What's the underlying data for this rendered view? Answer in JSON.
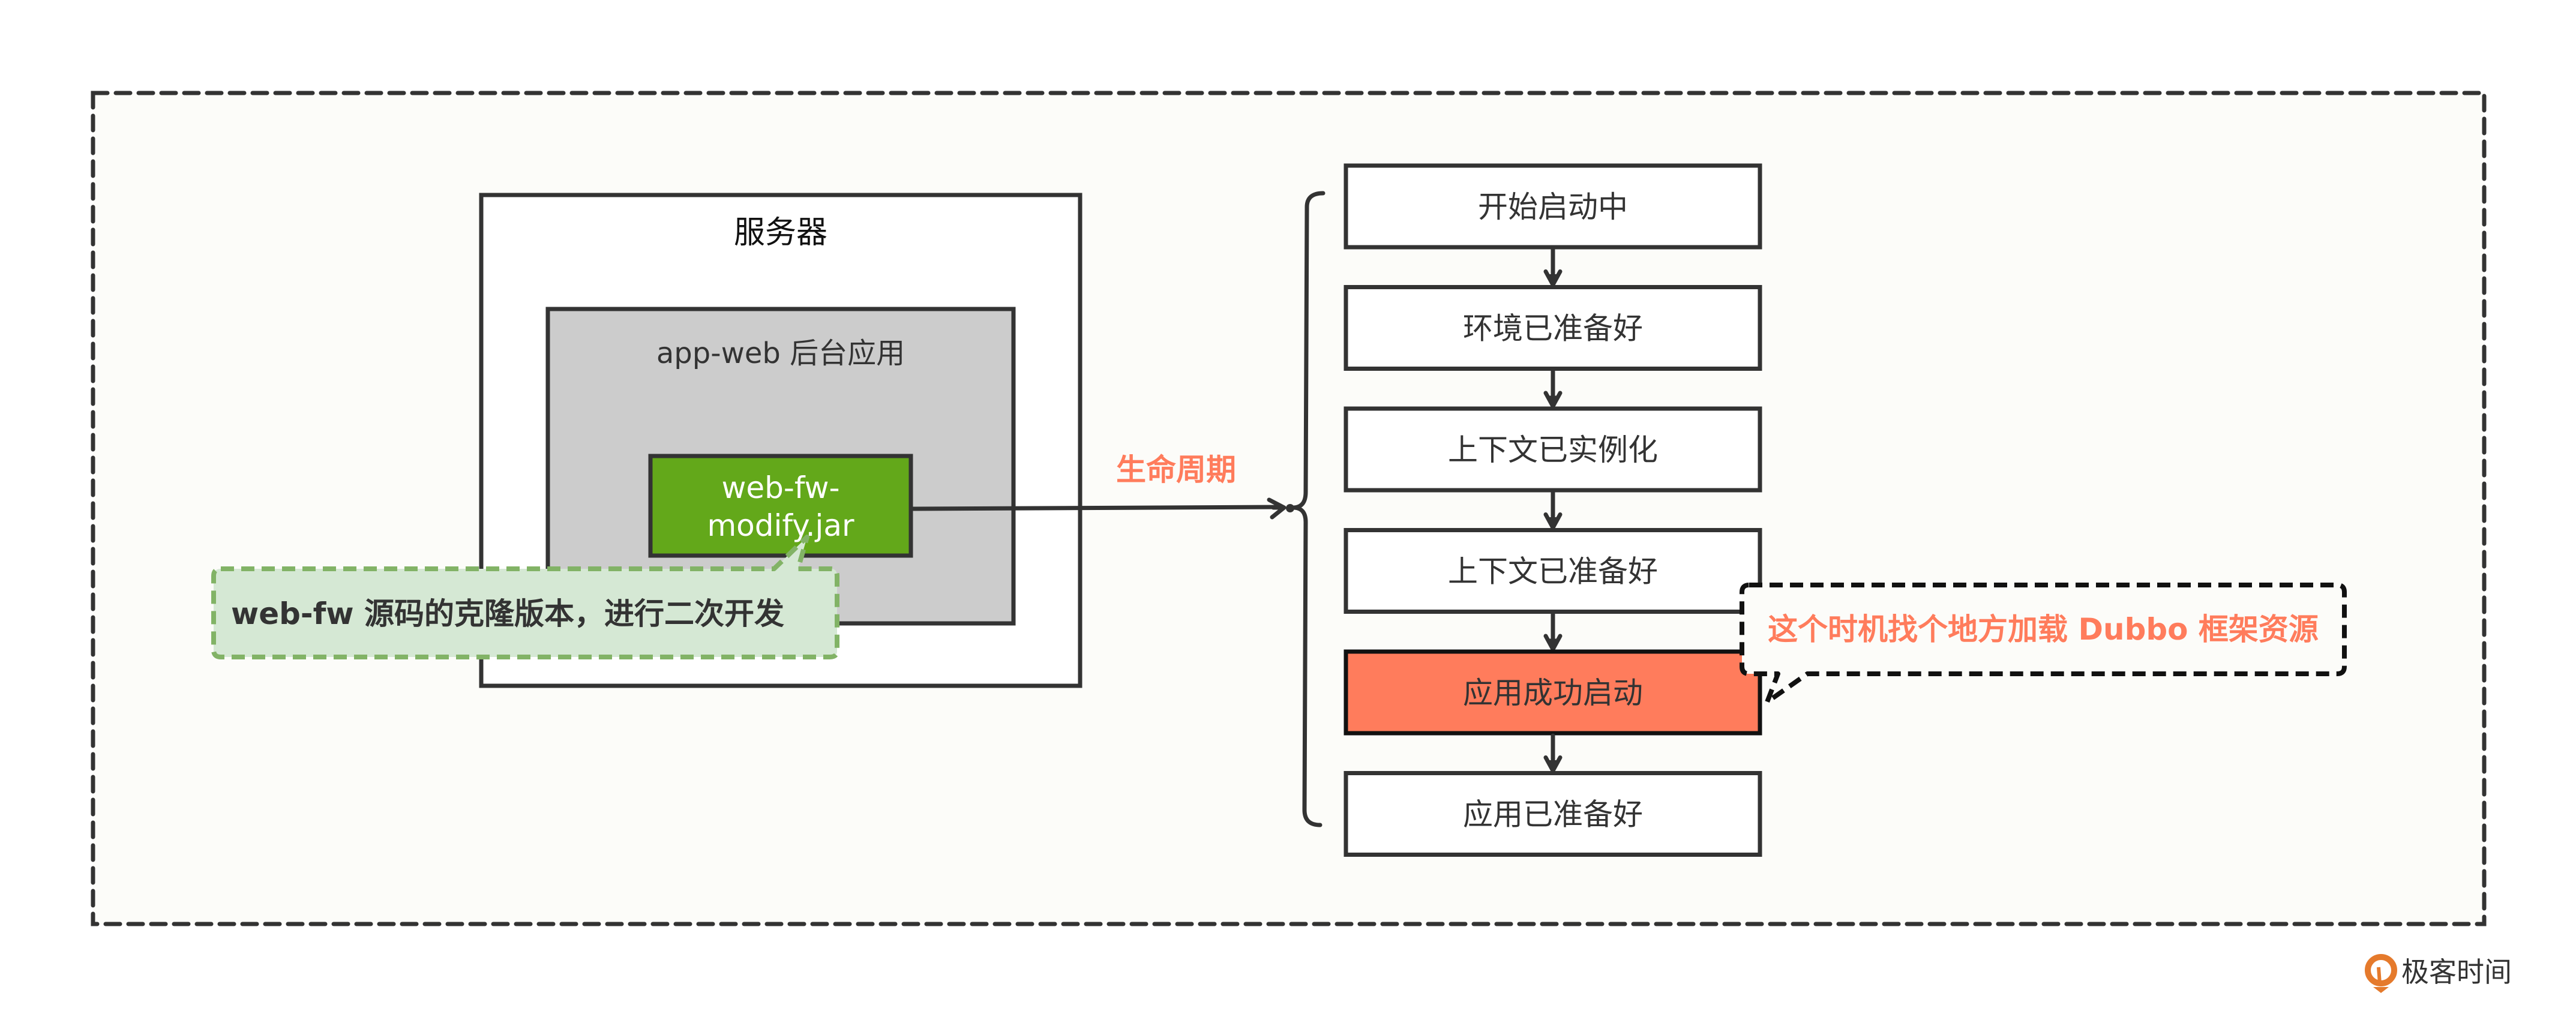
{
  "diagram": {
    "server": {
      "label": "服务器",
      "app": {
        "label": "app-web 后台应用",
        "jar": {
          "line1": "web-fw-",
          "line2": "modify.jar"
        }
      }
    },
    "jar_note": "web-fw 源码的克隆版本，进行二次开发",
    "lifecycle_label": "生命周期",
    "lifecycle_steps": [
      {
        "label": "开始启动中",
        "highlight": false
      },
      {
        "label": "环境已准备好",
        "highlight": false
      },
      {
        "label": "上下文已实例化",
        "highlight": false
      },
      {
        "label": "上下文已准备好",
        "highlight": false
      },
      {
        "label": "应用成功启动",
        "highlight": true
      },
      {
        "label": "应用已准备好",
        "highlight": false
      }
    ],
    "hook_note": "这个时机找个地方加载 Dubbo 框架资源",
    "colors": {
      "jar_fill": "#63A81A",
      "app_fill": "#CCCCCC",
      "highlight_fill": "#FF7C5C",
      "accent_text": "#FF7C5C",
      "note_fill": "#D5E8D4",
      "note_border": "#82B366",
      "canvas_fill": "#FCFCF9"
    }
  },
  "watermark": {
    "brand": "极客时间",
    "icon": "geektime-logo-icon"
  }
}
